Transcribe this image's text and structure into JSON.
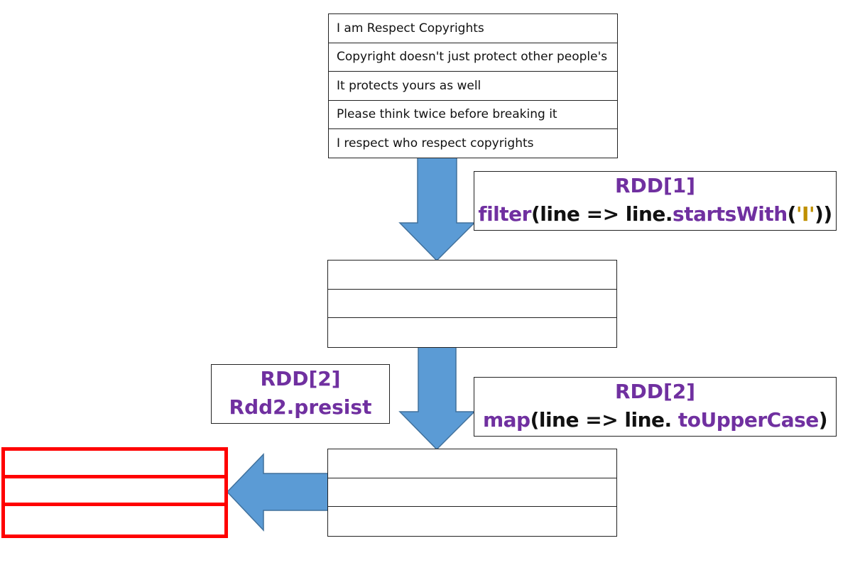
{
  "input_table": {
    "rows": [
      "I am Respect Copyrights",
      "Copyright doesn't just protect other people's",
      "It protects yours as well",
      "Please think twice before breaking it",
      "I respect who respect copyrights"
    ]
  },
  "filter_box": {
    "title": "RDD[1]",
    "code_fn": "filter",
    "code_open": "(line => line.",
    "code_method": "startsWith",
    "code_paren": "(",
    "code_arg": "'I'",
    "code_close": "))"
  },
  "map_box": {
    "title": "RDD[2]",
    "code_fn": "map",
    "code_open": "(line => line. ",
    "code_method": "toUpperCase",
    "code_close": ")"
  },
  "persist_box": {
    "title": "RDD[2]",
    "code": "Rdd2.presist"
  },
  "colors": {
    "arrow_fill": "#5b9bd5",
    "arrow_stroke": "#41719c",
    "keyword": "#7030a0",
    "string": "#bf9000",
    "persisted_border": "#ff0000"
  }
}
